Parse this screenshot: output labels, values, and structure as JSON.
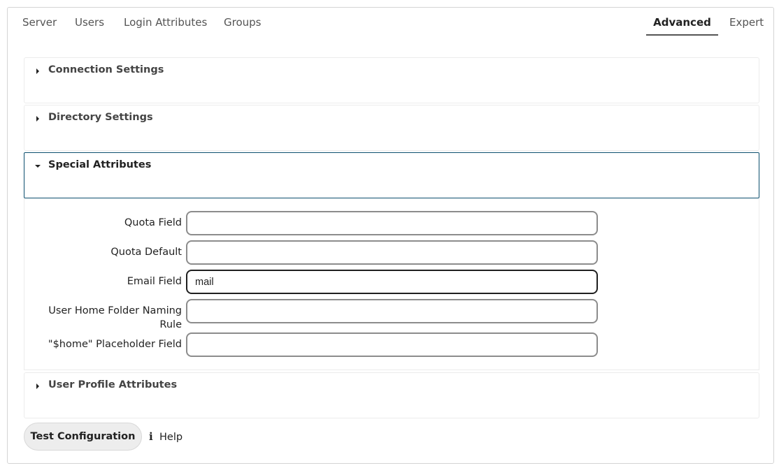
{
  "tabs": {
    "server": "Server",
    "users": "Users",
    "login_attributes": "Login Attributes",
    "groups": "Groups",
    "advanced": "Advanced",
    "expert": "Expert",
    "active": "Advanced"
  },
  "sections": {
    "connection": "Connection Settings",
    "directory": "Directory Settings",
    "special": "Special Attributes",
    "user_profile": "User Profile Attributes"
  },
  "special_attributes": {
    "quota_field": {
      "label": "Quota Field",
      "value": ""
    },
    "quota_default": {
      "label": "Quota Default",
      "value": ""
    },
    "email_field": {
      "label": "Email Field",
      "value": "mail"
    },
    "home_folder_rule": {
      "label": "User Home Folder Naming Rule",
      "value": ""
    },
    "home_placeholder": {
      "label": "\"$home\" Placeholder Field",
      "value": ""
    }
  },
  "footer": {
    "test_button": "Test Configuration",
    "help": "Help"
  },
  "colors": {
    "accent_border": "#0d4f6e",
    "button_bg": "#ededed"
  }
}
